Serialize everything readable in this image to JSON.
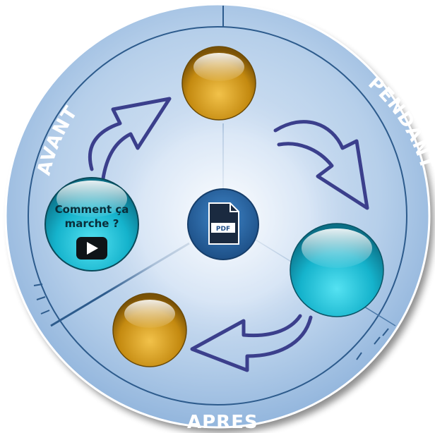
{
  "ring_labels": {
    "before": "AVANT",
    "during": "PENDANT",
    "after": "APRES"
  },
  "video_button": {
    "line1": "Comment ça",
    "line2": "marche ?"
  },
  "center_document": {
    "label": "PDF"
  },
  "colors": {
    "outer_ring": "#a9c6e6",
    "ring_border": "#2d5b8c",
    "gold_sphere": "#d19a1a",
    "cyan_sphere": "#16b8d0",
    "center_button": "#2a66a8",
    "arrow": "#3b3f8c"
  },
  "icons": [
    "play-icon",
    "pdf-document-icon"
  ]
}
